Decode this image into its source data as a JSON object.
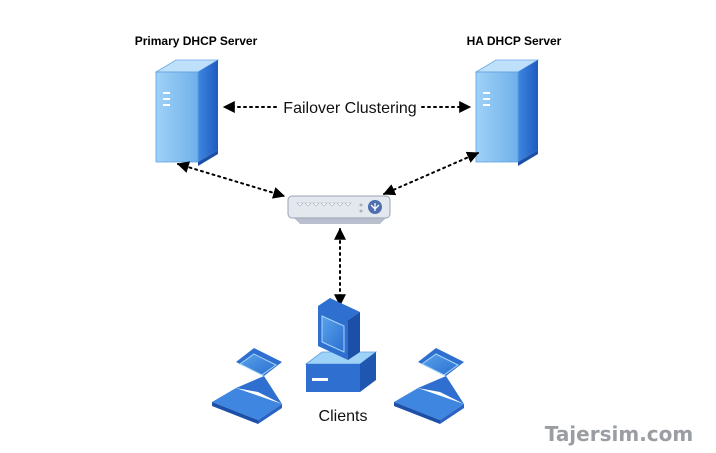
{
  "nodes": {
    "primary_server": {
      "label": "Primary DHCP Server",
      "icon": "server-icon"
    },
    "ha_server": {
      "label": "HA DHCP Server",
      "icon": "server-icon"
    },
    "switch": {
      "icon": "network-switch-icon"
    },
    "clients": {
      "label": "Clients",
      "icons": [
        "laptop-icon",
        "desktop-computer-icon",
        "laptop-icon"
      ]
    }
  },
  "links": {
    "failover": {
      "label": "Failover Clustering"
    }
  },
  "watermark": "Tajersim.com",
  "colors": {
    "device_blue": "#2f6fd0",
    "device_light": "#8ec3f0",
    "switch_gray": "#d9dde6"
  }
}
